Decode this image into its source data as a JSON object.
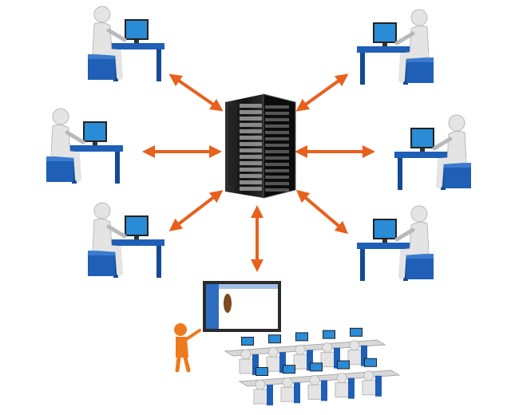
{
  "diagram": {
    "type": "network-topology",
    "center_node": {
      "icon": "server-rack-icon"
    },
    "nodes": [
      {
        "id": "workstation-top-left",
        "icon": "user-at-desk-icon"
      },
      {
        "id": "workstation-middle-left",
        "icon": "user-at-desk-icon"
      },
      {
        "id": "workstation-bottom-left",
        "icon": "user-at-desk-icon"
      },
      {
        "id": "workstation-top-right",
        "icon": "user-at-desk-icon"
      },
      {
        "id": "workstation-middle-right",
        "icon": "user-at-desk-icon"
      },
      {
        "id": "workstation-bottom-right",
        "icon": "user-at-desk-icon"
      },
      {
        "id": "classroom",
        "icon": "classroom-presentation-icon"
      }
    ],
    "connection_style": "bidirectional-arrow"
  },
  "colors": {
    "arrow": "#e8601c",
    "furniture": "#1f5fb5",
    "furniture_dark": "#154a92",
    "figure": "#e4e4e4",
    "figure_shade": "#b9b9b9",
    "presenter": "#ee7a1e",
    "server": "#1b1b1b",
    "screen": "#2a8bd6"
  }
}
